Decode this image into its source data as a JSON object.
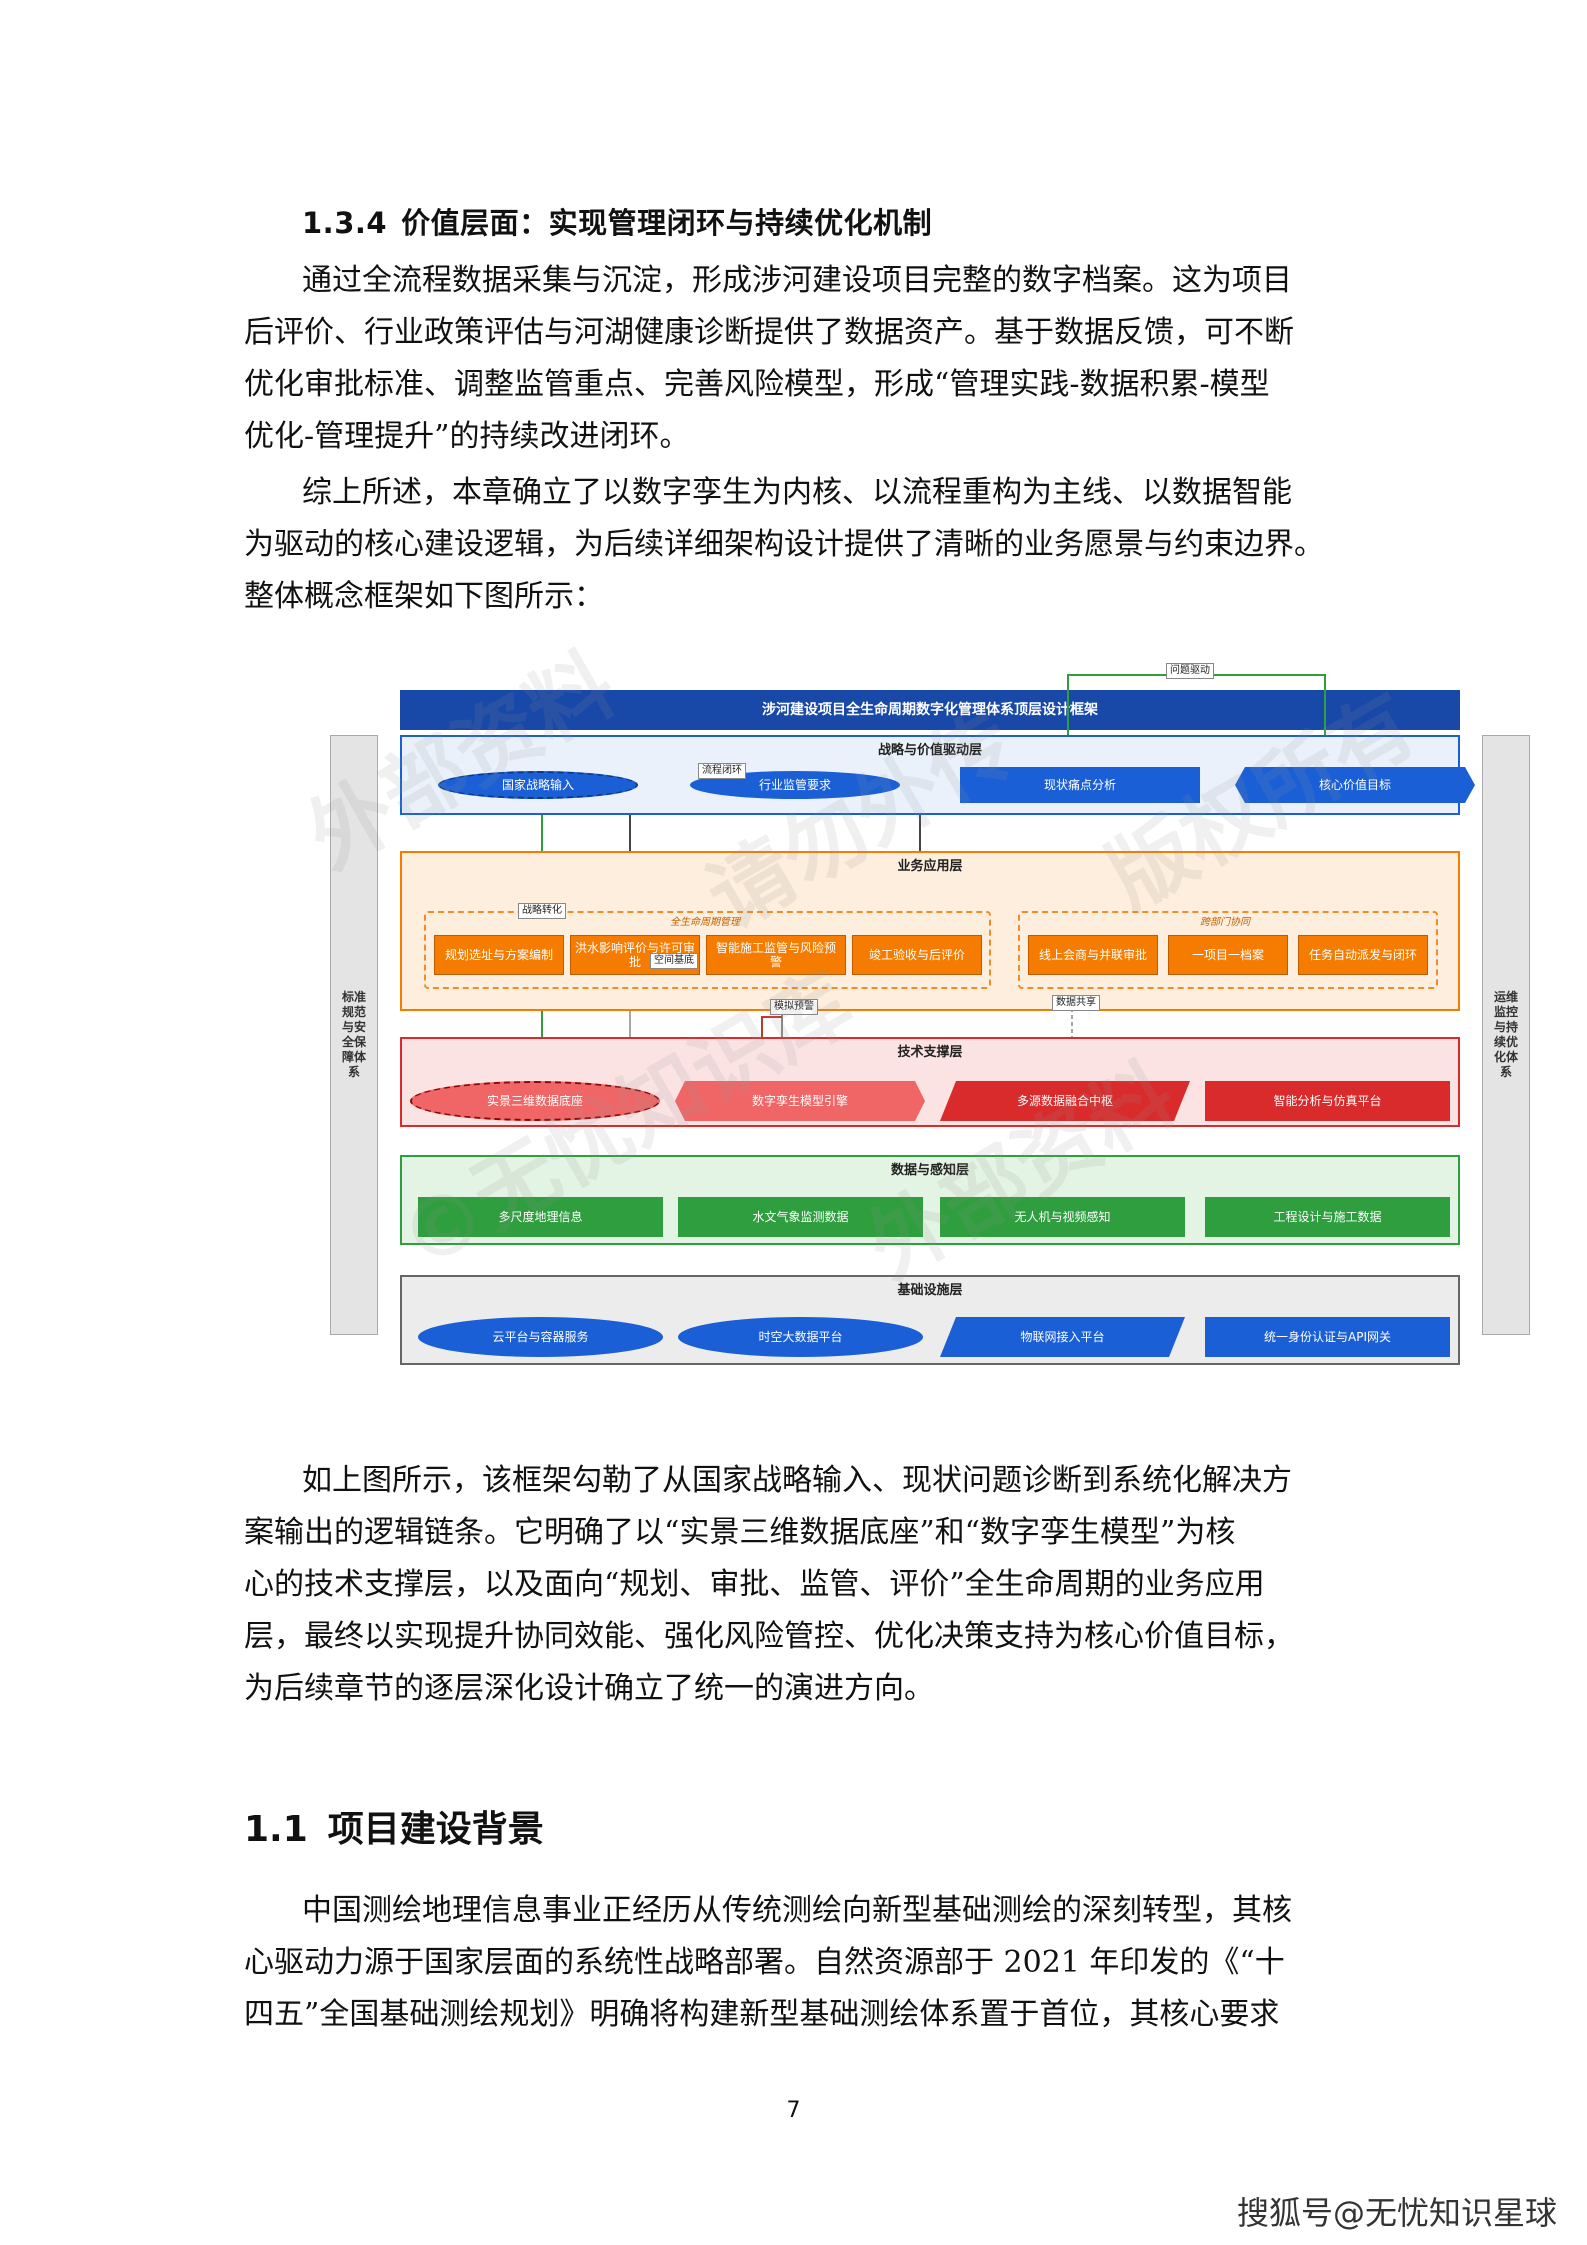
{
  "heading_134": {
    "number": "1.3.4",
    "title": "价值层面：实现管理闭环与持续优化机制"
  },
  "para1": [
    "通过全流程数据采集与沉淀，形成涉河建设项目完整的数字档案。这为项目",
    "后评价、行业政策评估与河湖健康诊断提供了数据资产。基于数据反馈，可不断",
    "优化审批标准、调整监管重点、完善风险模型，形成“管理实践-数据积累-模型",
    "优化-管理提升”的持续改进闭环。"
  ],
  "para2": [
    "综上所述，本章确立了以数字孪生为内核、以流程重构为主线、以数据智能",
    "为驱动的核心建设逻辑，为后续详细架构设计提供了清晰的业务愿景与约束边界。",
    "整体概念框架如下图所示："
  ],
  "figure": {
    "top_tag": "问题驱动",
    "title": "涉河建设项目全生命周期数字化管理体系顶层设计框架",
    "left_side": "标准规范与安全保障体系",
    "right_side": "运维监控与持续优化体系",
    "colors": {
      "blue": "#1a5fd6",
      "orange": "#f57c00",
      "red": "#d92b2b",
      "green": "#2e9e3e",
      "title": "#1848a8"
    },
    "strategy": {
      "title": "战略与价值驱动层",
      "items": [
        "国家战略输入",
        "行业监管要求",
        "现状痛点分析",
        "核心价值目标"
      ],
      "tag": "流程闭环"
    },
    "business": {
      "title": "业务应用层",
      "group1_label": "全生命周期管理",
      "group2_label": "跨部门协同",
      "items": [
        "规划选址与方案编制",
        "洪水影响评价与许可审批",
        "智能施工监管与风险预警",
        "竣工验收与后评价",
        "线上会商与并联审批",
        "一项目一档案",
        "任务自动派发与闭环"
      ],
      "tags": {
        "strategy_transform": "战略转化",
        "spatial_base": "空间基底",
        "model_warning": "模拟预警",
        "data_share": "数据共享"
      }
    },
    "tech": {
      "title": "技术支撑层",
      "items": [
        "实景三维数据底座",
        "数字孪生模型引擎",
        "多源数据融合中枢",
        "智能分析与仿真平台"
      ]
    },
    "data": {
      "title": "数据与感知层",
      "items": [
        "多尺度地理信息",
        "水文气象监测数据",
        "无人机与视频感知",
        "工程设计与施工数据"
      ]
    },
    "infra": {
      "title": "基础设施层",
      "items": [
        "云平台与容器服务",
        "时空大数据平台",
        "物联网接入平台",
        "统一身份认证与API网关"
      ]
    },
    "watermark": [
      "外部资料",
      "请勿外传",
      "版权所有",
      "©无忧知识库"
    ]
  },
  "para3": [
    "如上图所示，该框架勾勒了从国家战略输入、现状问题诊断到系统化解决方",
    "案输出的逻辑链条。它明确了以“实景三维数据底座”和“数字孪生模型”为核",
    "心的技术支撑层，以及面向“规划、审批、监管、评价”全生命周期的业务应用",
    "层，最终以实现提升协同效能、强化风险管控、优化决策支持为核心价值目标，",
    "为后续章节的逐层深化设计确立了统一的演进方向。"
  ],
  "heading_11": {
    "number": "1.1",
    "title": "项目建设背景"
  },
  "para4": [
    "中国测绘地理信息事业正经历从传统测绘向新型基础测绘的深刻转型，其核",
    "心驱动力源于国家层面的系统性战略部署。自然资源部于 2021 年印发的《“十",
    "四五”全国基础测绘规划》明确将构建新型基础测绘体系置于首位，其核心要求"
  ],
  "page_number": "7",
  "footer_watermark": "搜狐号@无忧知识星球"
}
